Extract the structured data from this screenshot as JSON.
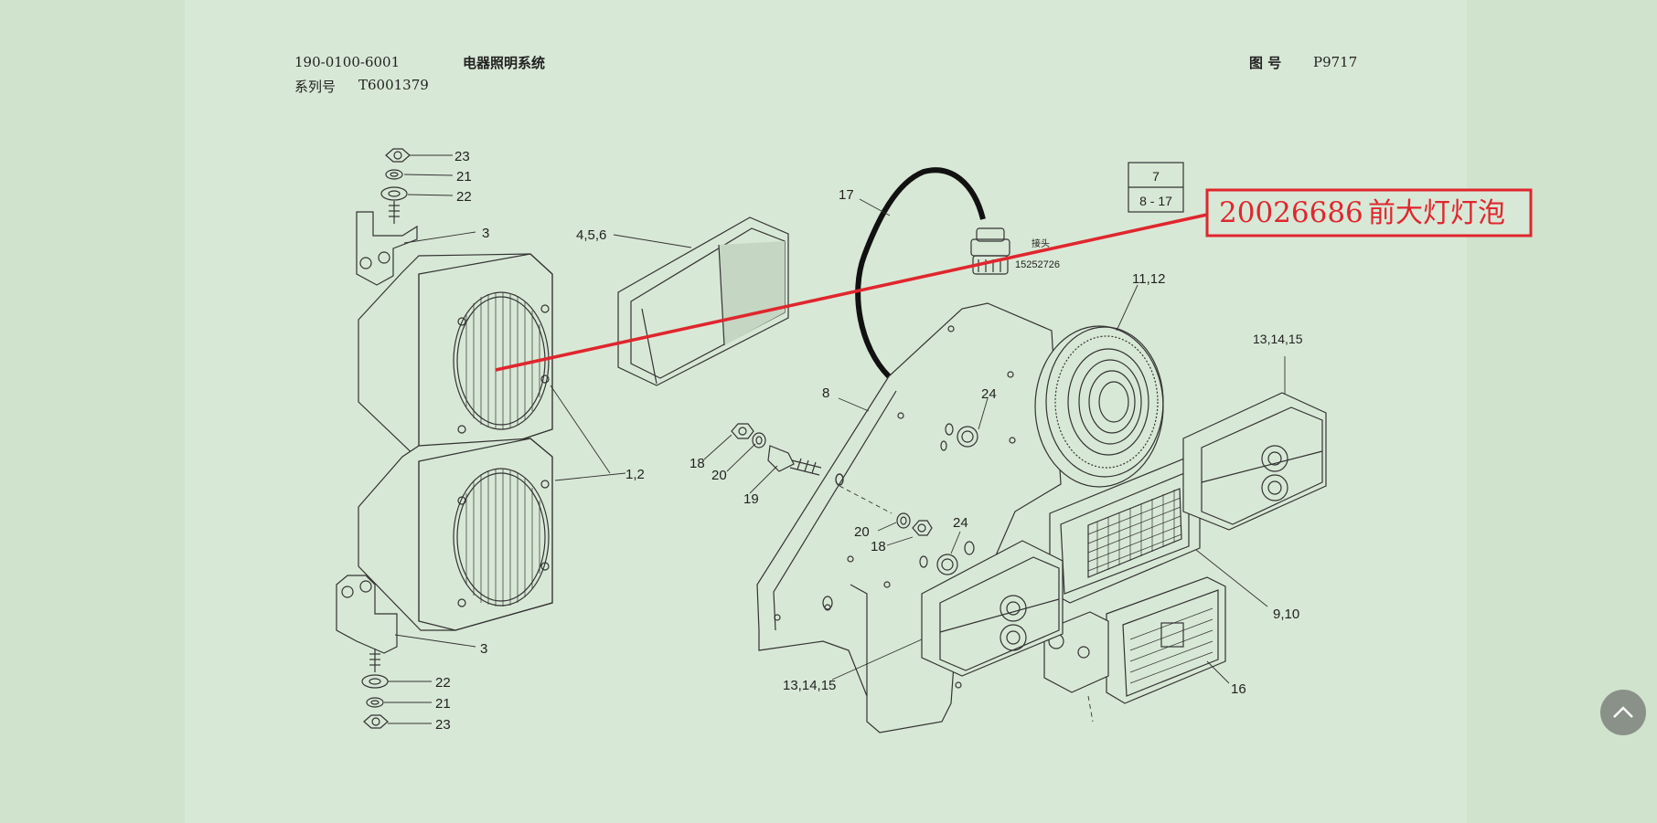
{
  "header": {
    "part_number": "190-0100-6001",
    "title": "电器照明系统",
    "serial_label": "系列号",
    "serial_value": "T6001379",
    "drawing_label": "图 号",
    "drawing_value": "P9717"
  },
  "diagram": {
    "callouts": {
      "c23_top": "23",
      "c21_top": "21",
      "c22_top": "22",
      "c3_top": "3",
      "c456": "4,5,6",
      "c17": "17",
      "c1112": "11,12",
      "c131415_right": "13,14,15",
      "c8": "8",
      "c24_a": "24",
      "c18_a": "18",
      "c20_a": "20",
      "c19": "19",
      "c12": "1,2",
      "c20_b": "20",
      "c18_b": "18",
      "c24_b": "24",
      "c910": "9,10",
      "c131415_bottom": "13,14,15",
      "c16": "16",
      "c3_bottom": "3",
      "c22_bottom": "22",
      "c21_bottom": "21",
      "c23_bottom": "23"
    },
    "connector_part": "15252726",
    "connector_note": "接头",
    "range_box": {
      "top": "7",
      "bottom": "8 - 17"
    },
    "highlight": {
      "part_no": "20026686",
      "name": "前大灯灯泡",
      "color": "#e0262e"
    }
  },
  "scroll_top_icon": "chevron-up-icon"
}
